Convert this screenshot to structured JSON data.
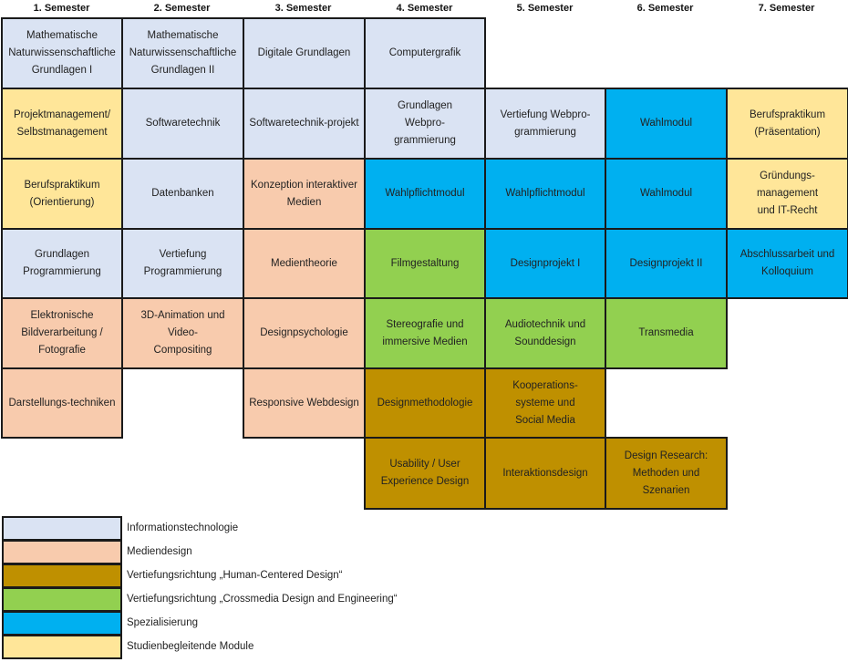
{
  "colors": {
    "informationstechnologie": "#DAE3F3",
    "mediendesign": "#F8CBAD",
    "human_centered_design": "#BF9000",
    "crossmedia": "#92D050",
    "spezialisierung": "#00B0F0",
    "studienbegleitend": "#FFE699"
  },
  "semesters": [
    "1. Semester",
    "2. Semester",
    "3. Semester",
    "4. Semester",
    "5. Semester",
    "6. Semester",
    "7. Semester"
  ],
  "modules": [
    {
      "col": 0,
      "row": 0,
      "label": "Mathematische\nNaturwissenschaftliche\nGrundlagen I",
      "category": "informationstechnologie"
    },
    {
      "col": 1,
      "row": 0,
      "label": "Mathematische\nNaturwissenschaftliche\nGrundlagen II",
      "category": "informationstechnologie"
    },
    {
      "col": 2,
      "row": 0,
      "label": "Digitale Grundlagen",
      "category": "informationstechnologie"
    },
    {
      "col": 3,
      "row": 0,
      "label": "Computergrafik",
      "category": "informationstechnologie"
    },
    {
      "col": 0,
      "row": 1,
      "label": "Projektmanagement/\nSelbstmanagement",
      "category": "studienbegleitend"
    },
    {
      "col": 1,
      "row": 1,
      "label": "Softwaretechnik",
      "category": "informationstechnologie"
    },
    {
      "col": 2,
      "row": 1,
      "label": "Softwaretechnik-projekt",
      "category": "informationstechnologie"
    },
    {
      "col": 3,
      "row": 1,
      "label": "Grundlagen\nWebpro-\ngrammierung",
      "category": "informationstechnologie"
    },
    {
      "col": 4,
      "row": 1,
      "label": "Vertiefung Webpro-\ngrammierung",
      "category": "informationstechnologie"
    },
    {
      "col": 5,
      "row": 1,
      "label": "Wahlmodul",
      "category": "spezialisierung"
    },
    {
      "col": 6,
      "row": 1,
      "label": "Berufspraktikum\n(Präsentation)",
      "category": "studienbegleitend"
    },
    {
      "col": 0,
      "row": 2,
      "label": "Berufspraktikum\n(Orientierung)",
      "category": "studienbegleitend"
    },
    {
      "col": 1,
      "row": 2,
      "label": "Datenbanken",
      "category": "informationstechnologie"
    },
    {
      "col": 2,
      "row": 2,
      "label": "Konzeption interaktiver\nMedien",
      "category": "mediendesign"
    },
    {
      "col": 3,
      "row": 2,
      "label": "Wahlpflichtmodul",
      "category": "spezialisierung"
    },
    {
      "col": 4,
      "row": 2,
      "label": "Wahlpflichtmodul",
      "category": "spezialisierung"
    },
    {
      "col": 5,
      "row": 2,
      "label": "Wahlmodul",
      "category": "spezialisierung"
    },
    {
      "col": 6,
      "row": 2,
      "label": "Gründungs-management\nund IT-Recht",
      "category": "studienbegleitend"
    },
    {
      "col": 0,
      "row": 3,
      "label": "Grundlagen\nProgrammierung",
      "category": "informationstechnologie"
    },
    {
      "col": 1,
      "row": 3,
      "label": "Vertiefung\nProgrammierung",
      "category": "informationstechnologie"
    },
    {
      "col": 2,
      "row": 3,
      "label": "Medientheorie",
      "category": "mediendesign"
    },
    {
      "col": 3,
      "row": 3,
      "label": "Filmgestaltung",
      "category": "crossmedia"
    },
    {
      "col": 4,
      "row": 3,
      "label": "Designprojekt I",
      "category": "spezialisierung"
    },
    {
      "col": 5,
      "row": 3,
      "label": "Designprojekt II",
      "category": "spezialisierung"
    },
    {
      "col": 6,
      "row": 3,
      "label": "Abschlussarbeit und\nKolloquium",
      "category": "spezialisierung"
    },
    {
      "col": 0,
      "row": 4,
      "label": "Elektronische\nBildverarbeitung /\nFotografie",
      "category": "mediendesign"
    },
    {
      "col": 1,
      "row": 4,
      "label": "3D-Animation und Video-\nCompositing",
      "category": "mediendesign"
    },
    {
      "col": 2,
      "row": 4,
      "label": "Designpsychologie",
      "category": "mediendesign"
    },
    {
      "col": 3,
      "row": 4,
      "label": "Stereografie und\nimmersive Medien",
      "category": "crossmedia"
    },
    {
      "col": 4,
      "row": 4,
      "label": "Audiotechnik und\nSounddesign",
      "category": "crossmedia"
    },
    {
      "col": 5,
      "row": 4,
      "label": "Transmedia",
      "category": "crossmedia"
    },
    {
      "col": 0,
      "row": 5,
      "label": "Darstellungs-techniken",
      "category": "mediendesign"
    },
    {
      "col": 2,
      "row": 5,
      "label": "Responsive Webdesign",
      "category": "mediendesign"
    },
    {
      "col": 3,
      "row": 5,
      "label": "Designmethodologie",
      "category": "human_centered_design"
    },
    {
      "col": 4,
      "row": 5,
      "label": "Kooperations-\nsysteme und\nSocial Media",
      "category": "human_centered_design"
    },
    {
      "col": 3,
      "row": 6,
      "label": "Usability / User\nExperience Design",
      "category": "human_centered_design"
    },
    {
      "col": 4,
      "row": 6,
      "label": "Interaktionsdesign",
      "category": "human_centered_design"
    },
    {
      "col": 5,
      "row": 6,
      "label": "Design Research:\nMethoden und Szenarien",
      "category": "human_centered_design"
    }
  ],
  "legend": [
    {
      "label": "Informationstechnologie",
      "category": "informationstechnologie"
    },
    {
      "label": "Mediendesign",
      "category": "mediendesign"
    },
    {
      "label": "Vertiefungsrichtung „Human-Centered Design“",
      "category": "human_centered_design"
    },
    {
      "label": "Vertiefungsrichtung „Crossmedia Design and Engineering“",
      "category": "crossmedia"
    },
    {
      "label": "Spezialisierung",
      "category": "spezialisierung"
    },
    {
      "label": "Studienbegleitende Module",
      "category": "studienbegleitend"
    }
  ]
}
